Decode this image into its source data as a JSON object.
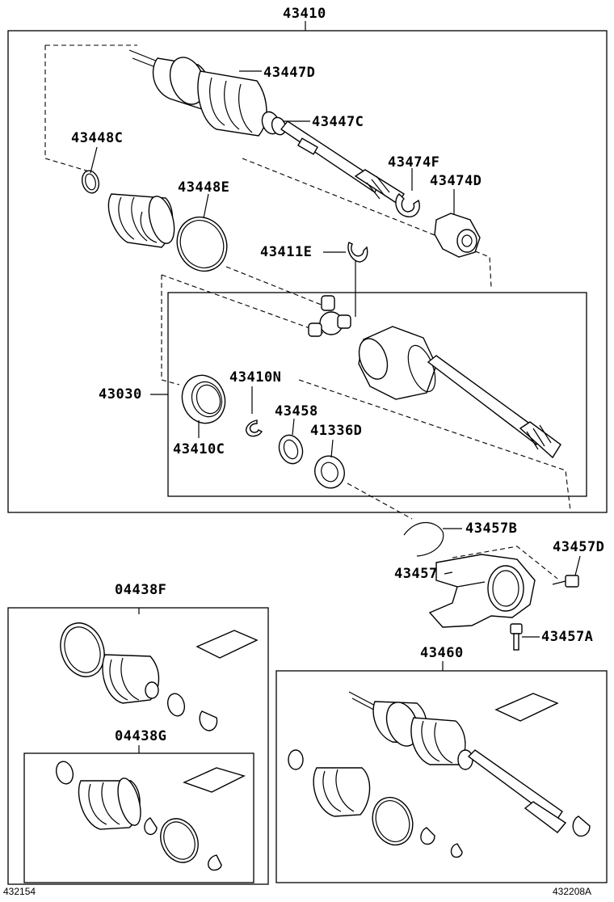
{
  "labels": {
    "p43410": "43410",
    "p43447D": "43447D",
    "p43447C": "43447C",
    "p43448C": "43448C",
    "p43474F": "43474F",
    "p43448E": "43448E",
    "p43474D": "43474D",
    "p43411E": "43411E",
    "p43030": "43030",
    "p43410N": "43410N",
    "p43458": "43458",
    "p41336D": "41336D",
    "p43410C": "43410C",
    "p43457B": "43457B",
    "p43457D": "43457D",
    "p43457": "43457",
    "p04438F": "04438F",
    "p43457A": "43457A",
    "p43460": "43460",
    "p04438G": "04438G"
  },
  "footer": {
    "left_ref": "432154",
    "right_ref": "432208A"
  }
}
